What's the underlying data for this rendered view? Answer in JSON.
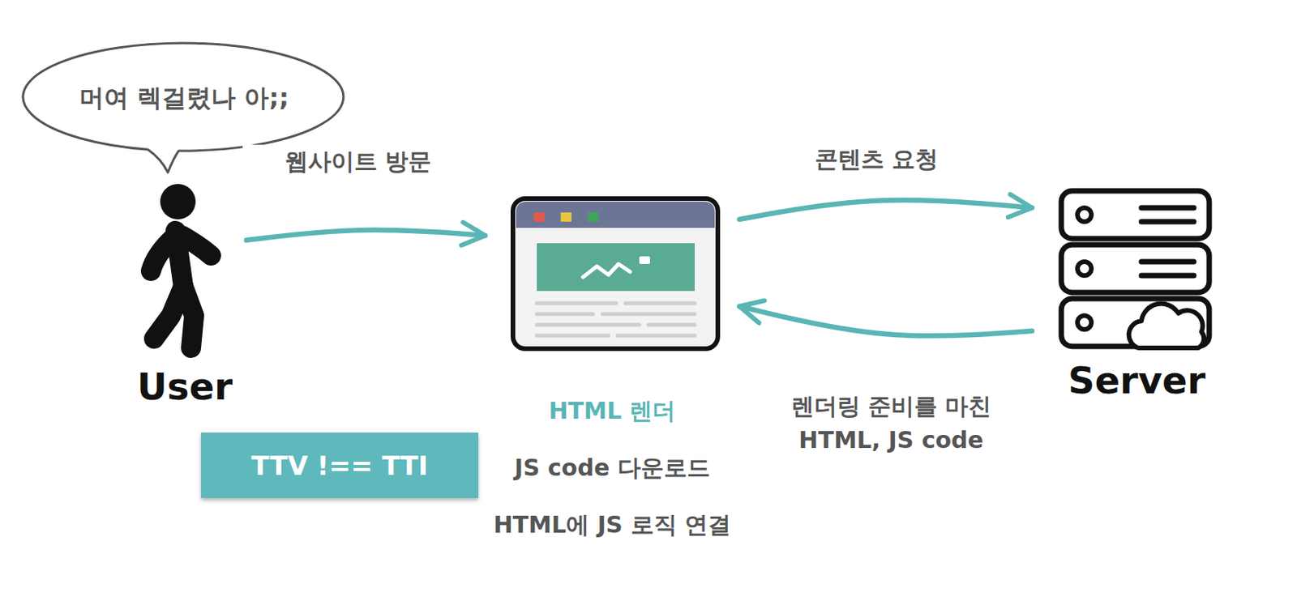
{
  "diagram": {
    "nodes": [
      {
        "text": [
          "머여 렉걸렸나 아;;"
        ]
      },
      {
        "text": [
          "User"
        ]
      },
      {
        "text": [
          "HTML 렌더",
          "JS code 다운로드",
          "HTML에 JS 로직 연결"
        ]
      },
      {
        "text": [
          "Server"
        ]
      },
      {
        "text": [
          "TTV !== TTI"
        ]
      }
    ],
    "edges": [
      {
        "from": 1,
        "to": 2,
        "label": "웹사이트 방문",
        "arrow": "to"
      },
      {
        "from": 2,
        "to": 3,
        "label": "콘텐츠 요청",
        "arrow": "to"
      },
      {
        "from": 3,
        "to": 2,
        "label": "렌더링 준비를 마친 HTML, JS code",
        "arrow": "to"
      }
    ]
  }
}
